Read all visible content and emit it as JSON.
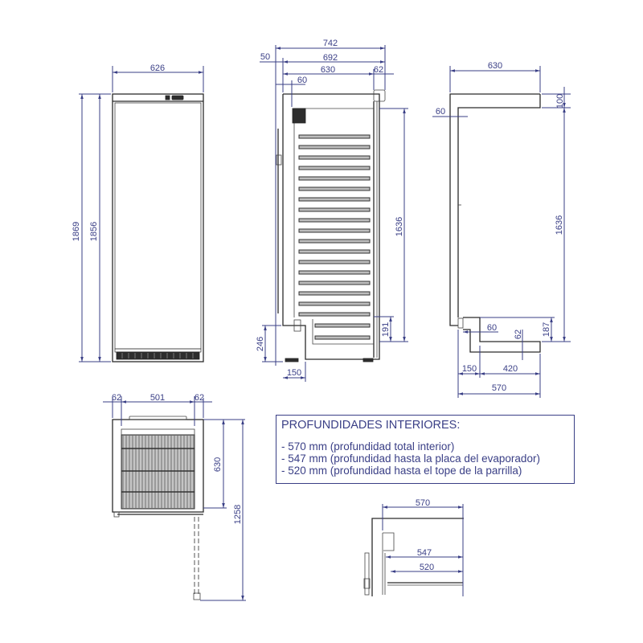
{
  "colors": {
    "dimension_line": "#3a3f86",
    "object_line": "#2b2b2b",
    "shelf_fill": "#bdbdbd",
    "background": "#ffffff"
  },
  "front_view": {
    "width_label": "626",
    "overall_height_label": "1869",
    "body_height_label": "1856"
  },
  "side_view": {
    "total_depth_label": "742",
    "handle_offset_label": "50",
    "body_depth_label": "692",
    "cabinet_depth_label": "630",
    "door_thickness_label": "62",
    "wall_thickness_label": "60",
    "interior_height_label": "1636",
    "bottom_shelf_height_label": "191",
    "base_height_label": "246",
    "compressor_depth_label": "150"
  },
  "section_view": {
    "top_depth_label": "630",
    "top_height_label": "100",
    "wall_thickness_label": "60",
    "interior_height_label": "1636",
    "compartment_height_label": "187",
    "wall_offset_label": "60",
    "floor_thickness_label": "62",
    "step_depth_label": "150",
    "floor_depth_label": "420",
    "interior_depth_label": "570"
  },
  "top_view": {
    "left_wall_label": "62",
    "inner_width_label": "501",
    "right_wall_label": "62",
    "depth_label": "630",
    "door_open_depth_label": "1258"
  },
  "info_box": {
    "title": "PROFUNDIDADES INTERIORES:",
    "lines": [
      "- 570 mm (profundidad total interior)",
      "- 547 mm (profundidad hasta la placa del evaporador)",
      "- 520 mm (profundidad hasta el tope de la parrilla)"
    ]
  },
  "depth_detail": {
    "total_label": "570",
    "evaporator_label": "547",
    "shelf_stop_label": "520"
  }
}
